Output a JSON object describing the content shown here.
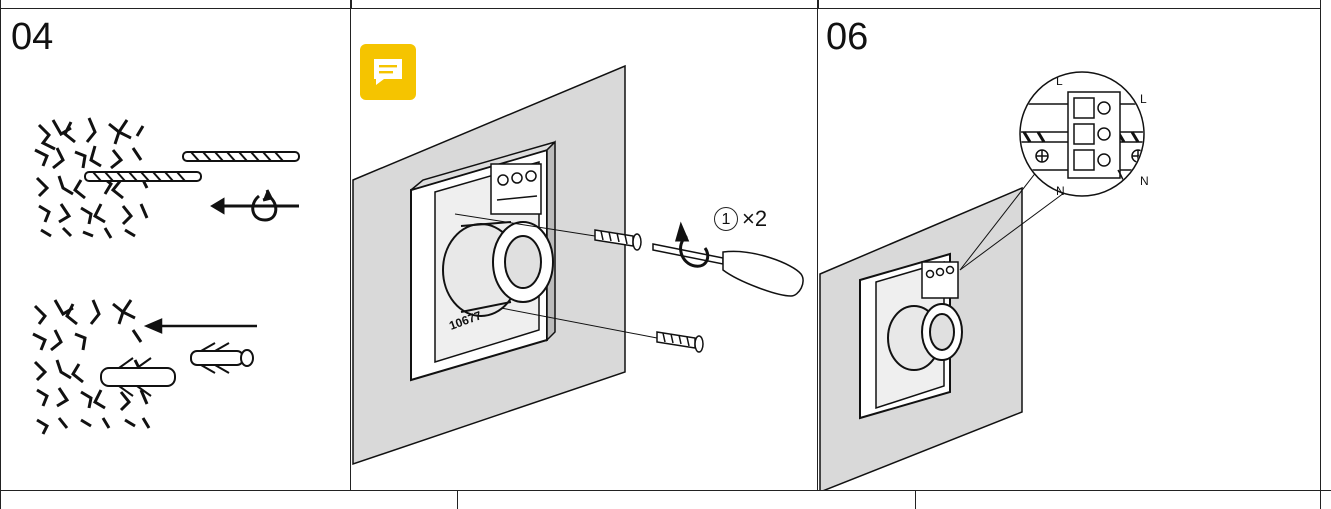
{
  "steps": [
    {
      "number": "04"
    },
    {
      "number": ""
    },
    {
      "number": "06"
    }
  ],
  "quantity": {
    "marker": "1",
    "multiplier": "×2"
  },
  "terminals": {
    "live_left": "L",
    "live_right": "L",
    "neutral_left": "N",
    "neutral_right": "N"
  },
  "model_mark": "10677",
  "icons": {
    "note": "comment-note-icon"
  },
  "colors": {
    "note_badge": "#f5c400",
    "line": "#222222",
    "wall": "#d9d9d9"
  }
}
